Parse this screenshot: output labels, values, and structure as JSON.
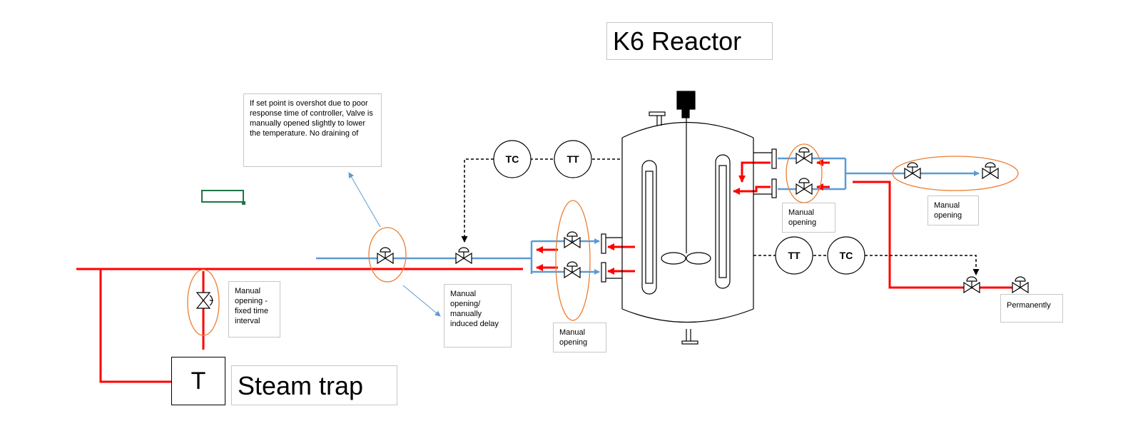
{
  "title": "K6 Reactor",
  "steam_trap_label": "Steam trap",
  "trap_symbol": "T",
  "instruments": {
    "tc_top": "TC",
    "tt_top": "TT",
    "tt_right": "TT",
    "tc_right": "TC"
  },
  "notes": {
    "setpoint": "If set point is overshot due to poor response time of controller,  Valve is manually opened slightly to lower the temperature. No draining of",
    "manual_fixed": "Manual opening - fixed time interval",
    "manual_delay": "Manual opening/ manually induced delay",
    "manual_center": "Manual opening",
    "manual_jacket_top": "Manual opening",
    "manual_right": "Manual opening",
    "permanently": "Permanently"
  },
  "colors": {
    "steam": "#ff0000",
    "water": "#5b9bd5",
    "highlight": "#ed7d31",
    "selection": "#217346"
  }
}
